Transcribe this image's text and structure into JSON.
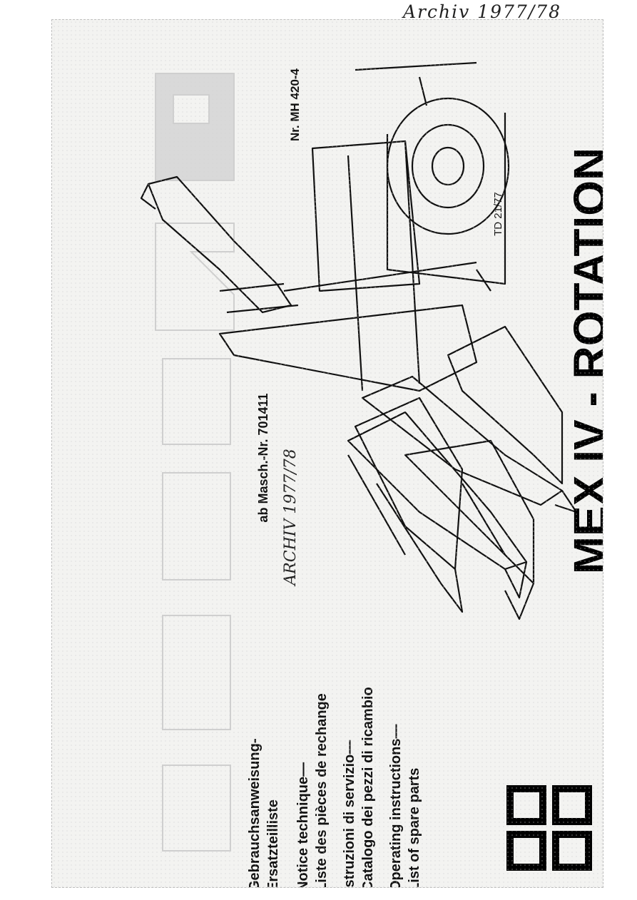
{
  "header": {
    "handwritten_note": "Archiv 1977/78"
  },
  "cover": {
    "title": "MEX IV - ROTATION",
    "doc_number": "Nr. MH 420-4",
    "td_code": "TD 21/77",
    "serial_from": "ab Masch.-Nr. 701411",
    "archive_stamp": "ARCHIV 1977/78",
    "languages": [
      {
        "line1": "Gebrauchsanweisung-",
        "line2": "Ersatzteilliste"
      },
      {
        "line1": "Notice technique—",
        "line2": "Liste des pièces de rechange"
      },
      {
        "line1": "Istruzioni di servizio—",
        "line2": "Catalogo dei pezzi di ricambio"
      },
      {
        "line1": "Operating instructions—",
        "line2": "List of spare parts"
      }
    ]
  },
  "icons": {
    "logo": "four-square-grid-icon",
    "illustration": "forage-harvester-illustration"
  }
}
